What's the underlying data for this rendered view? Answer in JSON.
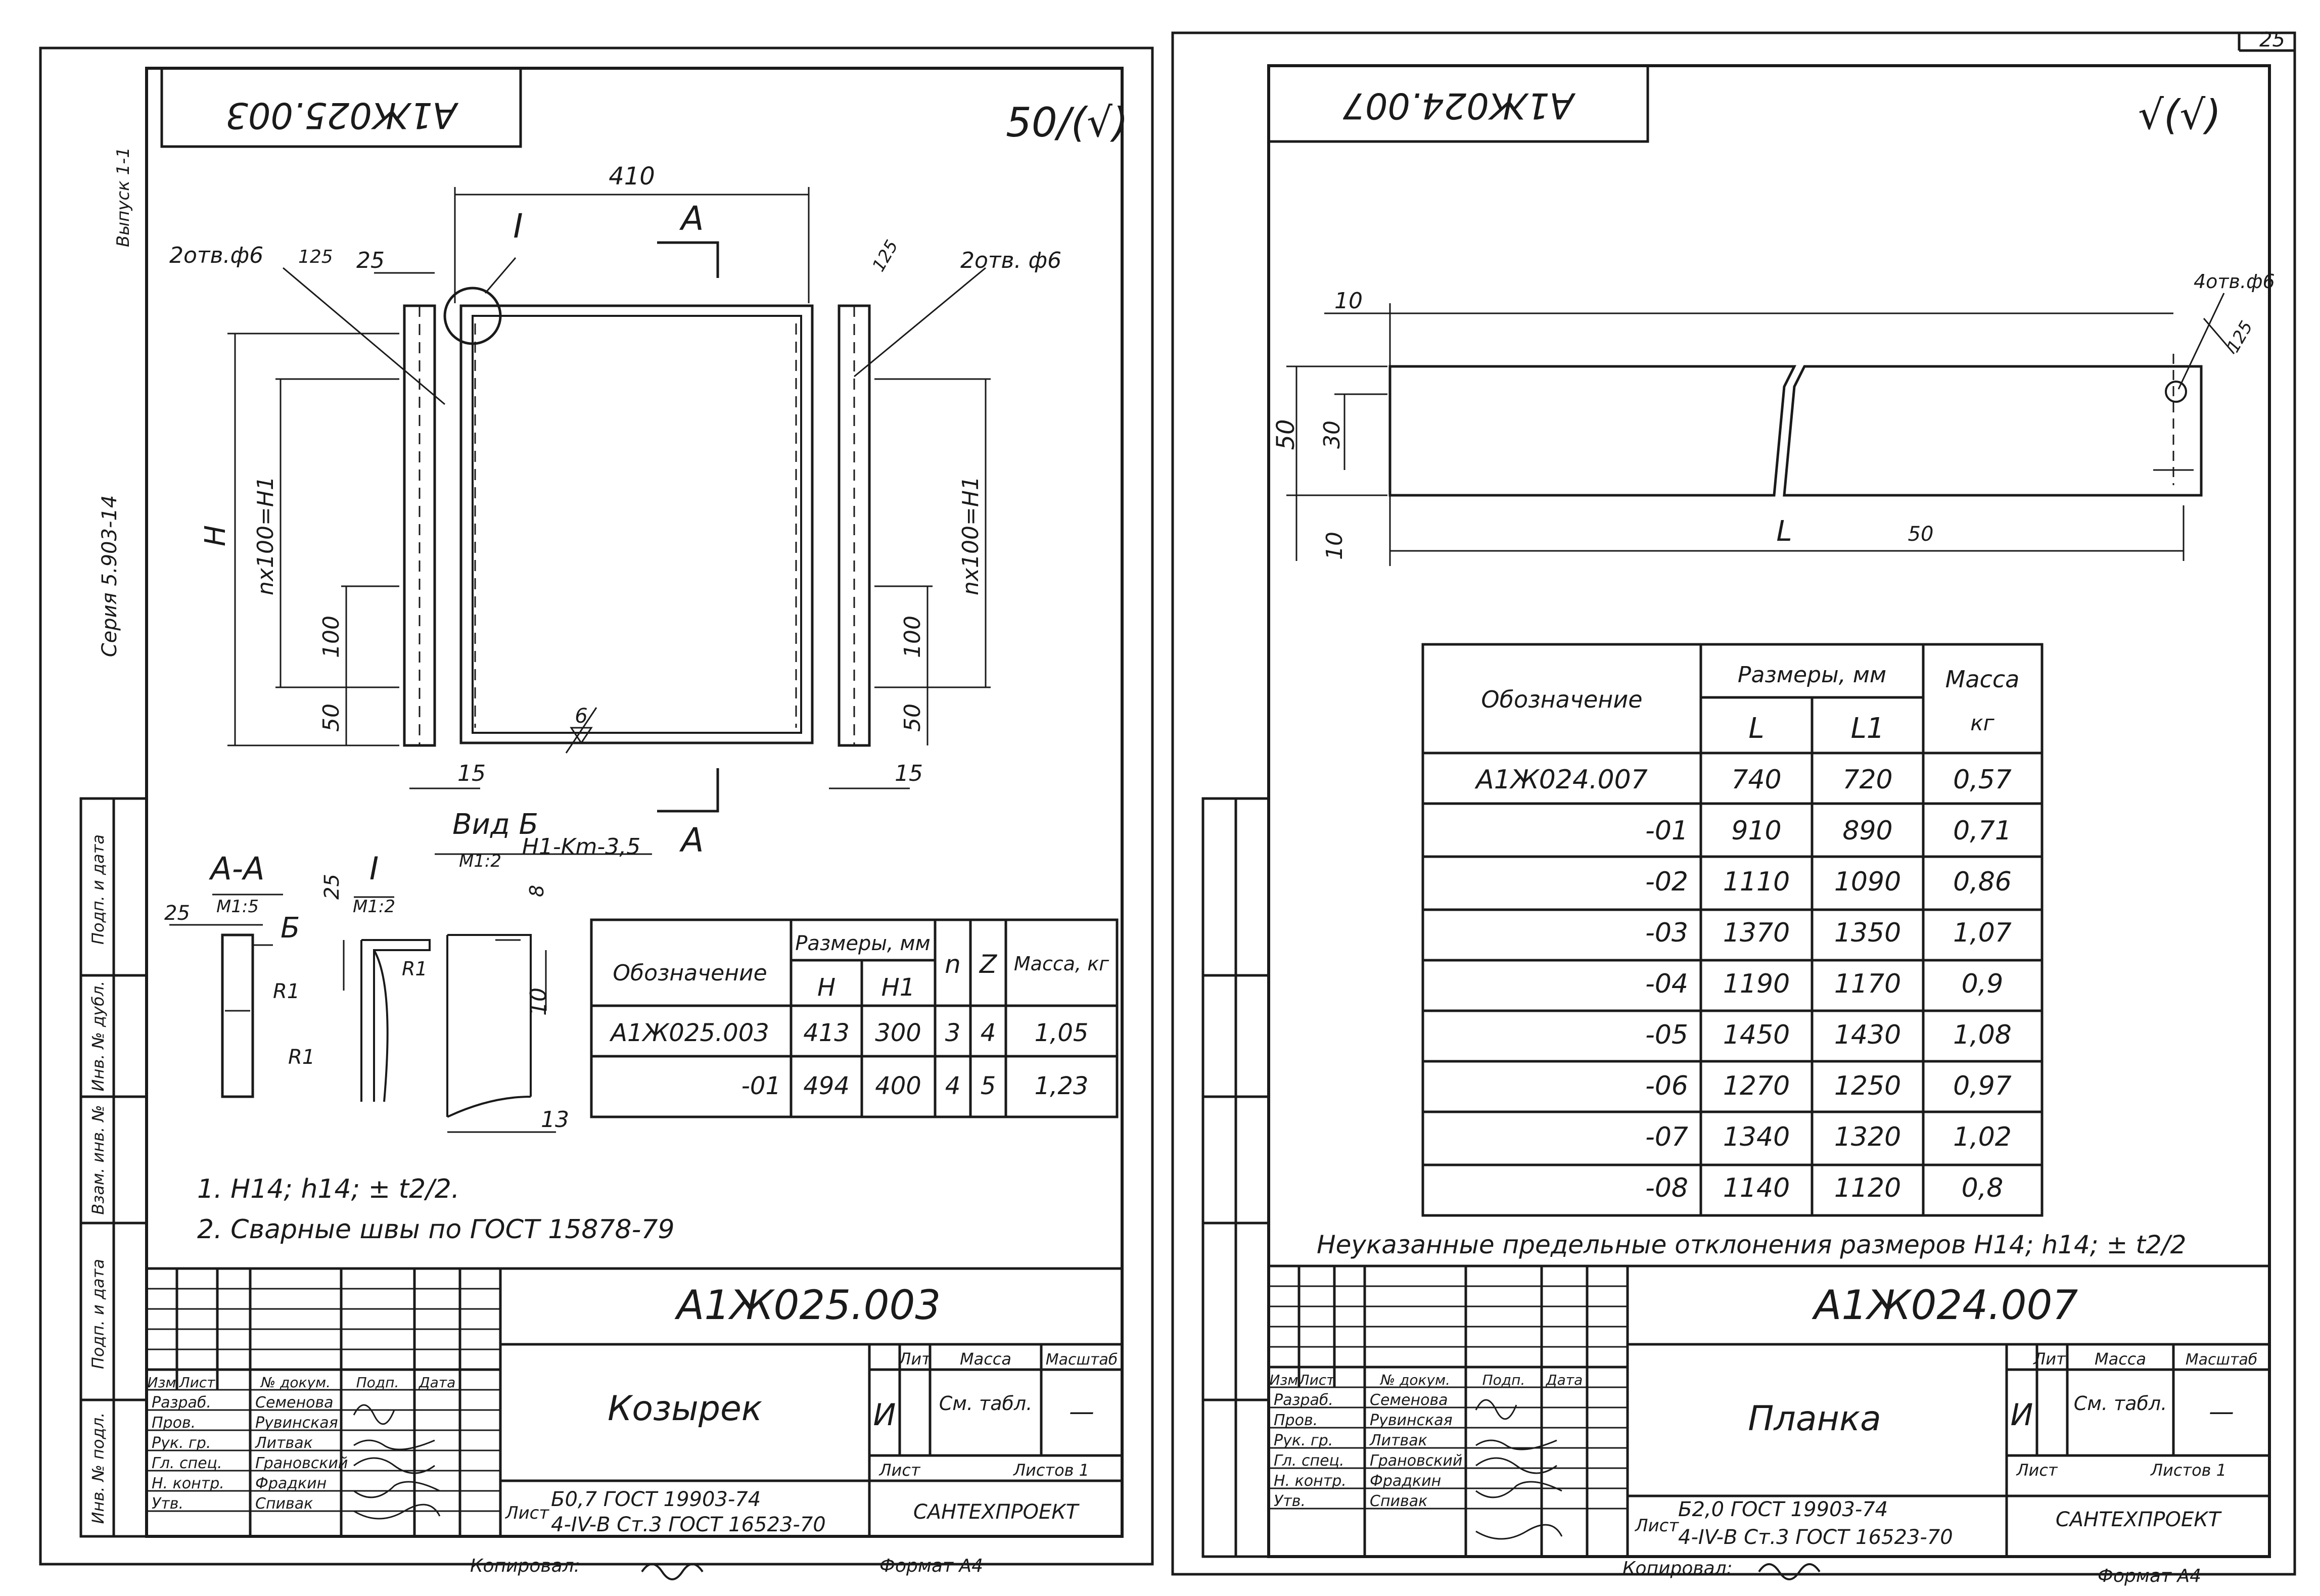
{
  "page_number": "25",
  "left": {
    "stamp": "А1Ж025.003",
    "roughness": "50/(√)",
    "side_labels": [
      "Выпуск 1-1",
      "Серия 5.903-14",
      "Подп. и дата",
      "Инв. № дубл.",
      "Взам. инв. №",
      "Подп. и дата",
      "Инв. № подл."
    ],
    "dims": {
      "width": "410",
      "hole_left": "2отв.ф6",
      "hole_right": "2отв. ф6",
      "d25": "25",
      "r125_left": "125",
      "r125_right": "125",
      "H": "H",
      "pitch_left": "nx100=H1",
      "pitch_right": "nx100=H1",
      "d100_left": "100",
      "d100_right": "100",
      "d50_left": "50",
      "d50_right": "50",
      "d15_left": "15",
      "d15_right": "15",
      "cut_top": "A",
      "cut_bottom": "A",
      "node": "I",
      "weld": "6"
    },
    "sections": {
      "aa_title": "А-А",
      "aa_scale": "М1:5",
      "aa_25": "25",
      "aa_b": "Б",
      "aa_r1_top": "R1",
      "aa_r1_bottom": "R1",
      "i_title": "I",
      "i_scale": "М1:2",
      "i_25": "25",
      "i_r1": "R1",
      "vid_title": "Вид Б",
      "vid_scale": "М1:2",
      "vid_weld": "H1-Km-3,5",
      "vid_8": "8",
      "vid_10": "10",
      "vid_13": "13"
    },
    "table": {
      "h_designation": "Обозначение",
      "h_dims": "Размеры, мм",
      "h_H": "H",
      "h_H1": "H1",
      "h_n": "n",
      "h_z": "Z",
      "h_mass": "Масса, кг",
      "rows": [
        {
          "d": "А1Ж025.003",
          "H": "413",
          "H1": "300",
          "n": "3",
          "z": "4",
          "m": "1,05"
        },
        {
          "d": "-01",
          "H": "494",
          "H1": "400",
          "n": "4",
          "z": "5",
          "m": "1,23"
        }
      ]
    },
    "notes": [
      "1. H14; h14; ± t2/2.",
      "2. Сварные швы по ГОСТ 15878-79"
    ],
    "title_block": {
      "designation": "А1Ж025.003",
      "name": "Козырек",
      "h_izm": "Изм",
      "h_list": "Лист",
      "h_doc": "№ докум.",
      "h_podp": "Подп.",
      "h_data": "Дата",
      "roles": [
        "Разраб.",
        "Пров.",
        "Рук. гр.",
        "Гл. спец.",
        "Н. контр.",
        "Утв."
      ],
      "people": [
        "Семенова",
        "Рувинская",
        "Литвак",
        "Грановский",
        "Фрадкин",
        "Спивак"
      ],
      "h_lit": "Лит",
      "h_massa": "Масса",
      "h_masshtab": "Масштаб",
      "lit": "И",
      "massa": "См. табл.",
      "masshtab": "—",
      "h_sheet": "Лист",
      "h_sheets": "Листов 1",
      "material_label": "Лист",
      "material_top": "Б0,7 ГОСТ 19903-74",
      "material_bottom": "4-IV-В Ст.3 ГОСТ 16523-70",
      "org": "САНТЕХПРОЕКТ"
    },
    "copied": "Копировал:",
    "format": "Формат А4"
  },
  "right": {
    "stamp": "А1Ж024.007",
    "roughness": "√(√)",
    "dims": {
      "d10_top": "10",
      "holes": "4отв.ф6",
      "r125": "125",
      "d50": "50",
      "d30": "30",
      "d10_left": "10",
      "L": "L",
      "mark": "50"
    },
    "table": {
      "h_designation": "Обозначение",
      "h_dims": "Размеры, мм",
      "h_L": "L",
      "h_L1": "L1",
      "h_mass": "Масса",
      "h_mass_unit": "кг",
      "rows": [
        {
          "d": "А1Ж024.007",
          "L": "740",
          "L1": "720",
          "m": "0,57"
        },
        {
          "d": "-01",
          "L": "910",
          "L1": "890",
          "m": "0,71"
        },
        {
          "d": "-02",
          "L": "1110",
          "L1": "1090",
          "m": "0,86"
        },
        {
          "d": "-03",
          "L": "1370",
          "L1": "1350",
          "m": "1,07"
        },
        {
          "d": "-04",
          "L": "1190",
          "L1": "1170",
          "m": "0,9"
        },
        {
          "d": "-05",
          "L": "1450",
          "L1": "1430",
          "m": "1,08"
        },
        {
          "d": "-06",
          "L": "1270",
          "L1": "1250",
          "m": "0,97"
        },
        {
          "d": "-07",
          "L": "1340",
          "L1": "1320",
          "m": "1,02"
        },
        {
          "d": "-08",
          "L": "1140",
          "L1": "1120",
          "m": "0,8"
        }
      ]
    },
    "note": "Неуказанные предельные отклонения размеров H14; h14; ± t2/2",
    "title_block": {
      "designation": "А1Ж024.007",
      "name": "Планка",
      "h_izm": "Изм",
      "h_list": "Лист",
      "h_doc": "№ докум.",
      "h_podp": "Подп.",
      "h_data": "Дата",
      "roles": [
        "Разраб.",
        "Пров.",
        "Рук. гр.",
        "Гл. спец.",
        "Н. контр.",
        "Утв."
      ],
      "people": [
        "Семенова",
        "Рувинская",
        "Литвак",
        "Грановский",
        "Фрадкин",
        "Спивак"
      ],
      "h_lit": "Лит.",
      "h_massa": "Масса",
      "h_masshtab": "Масштаб",
      "lit": "И",
      "massa": "См. табл.",
      "masshtab": "—",
      "h_sheet": "Лист",
      "h_sheets": "Листов 1",
      "material_label": "Лист",
      "material_top": "Б2,0 ГОСТ 19903-74",
      "material_bottom": "4-IV-В Ст.3 ГОСТ 16523-70",
      "org": "САНТЕХПРОЕКТ"
    },
    "copied": "Копировал:",
    "format": "Формат А4"
  }
}
